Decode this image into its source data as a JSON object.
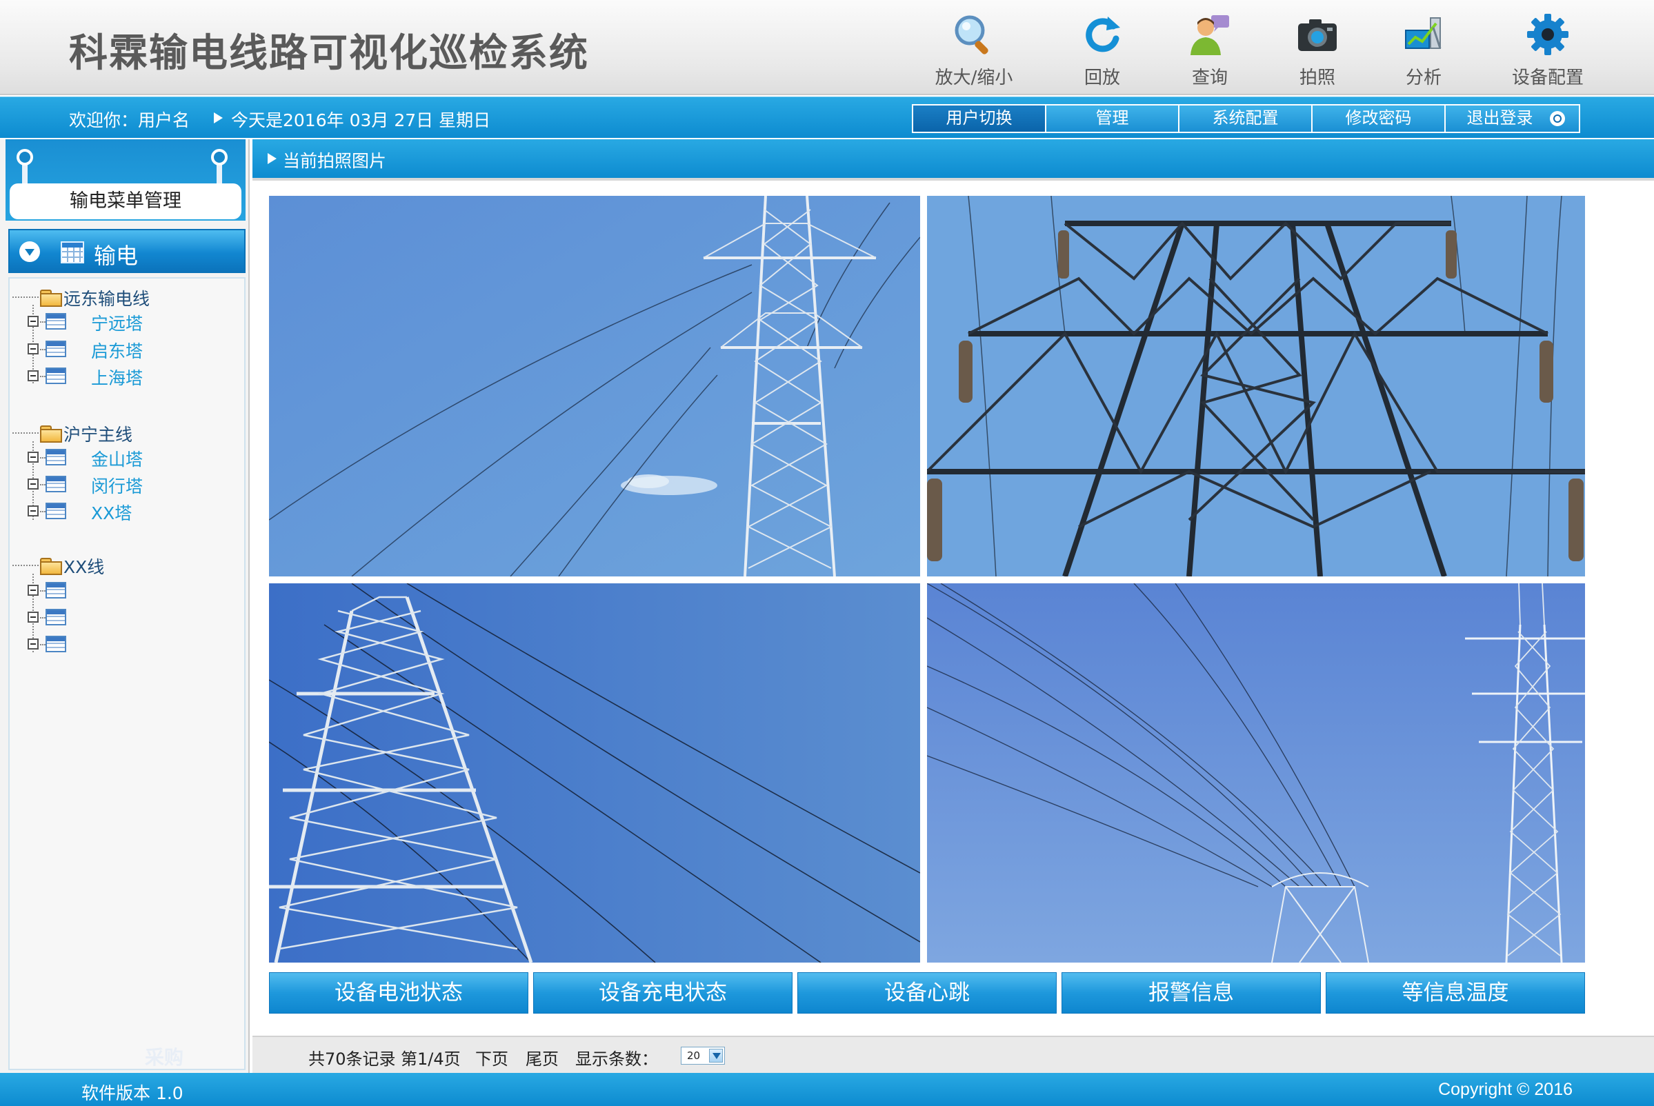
{
  "app": {
    "title": "科霖输电线路可视化巡检系统"
  },
  "toolbar": {
    "items": [
      {
        "label": "放大/缩小",
        "icon": "magnifier-icon"
      },
      {
        "label": "回放",
        "icon": "replay-icon"
      },
      {
        "label": "查询",
        "icon": "user-query-icon"
      },
      {
        "label": "拍照",
        "icon": "camera-icon"
      },
      {
        "label": "分析",
        "icon": "analysis-icon"
      },
      {
        "label": "设备配置",
        "icon": "gear-icon"
      }
    ]
  },
  "infobar": {
    "welcome": "欢迎你：用户名",
    "date": "今天是2016年 03月 27日 星期日",
    "nav": [
      {
        "label": "用户切换",
        "active": true
      },
      {
        "label": "管理",
        "active": false
      },
      {
        "label": "系统配置",
        "active": false
      },
      {
        "label": "修改密码",
        "active": false
      },
      {
        "label": "退出登录",
        "active": false,
        "icon": "power-icon"
      }
    ]
  },
  "sidebar": {
    "menu_title": "输电菜单管理",
    "section": {
      "label": "输电",
      "icon": "grid-icon"
    },
    "groups": [
      {
        "label": "远东输电线",
        "items": [
          "宁远塔",
          "启东塔",
          "上海塔"
        ]
      },
      {
        "label": "沪宁主线",
        "items": [
          "金山塔",
          "闵行塔",
          "XX塔"
        ]
      },
      {
        "label": "XX线",
        "items": [
          "",
          "",
          ""
        ]
      }
    ],
    "watermark": "采购"
  },
  "main": {
    "section_title": "当前拍照图片",
    "photos": [
      {
        "name": "photo-1",
        "subject": "transmission tower under blue sky"
      },
      {
        "name": "photo-2",
        "subject": "tower crossarms and insulators"
      },
      {
        "name": "photo-3",
        "subject": "tower viewed from below"
      },
      {
        "name": "photo-4",
        "subject": "power lines with distant towers"
      }
    ],
    "status_buttons": [
      "设备电池状态",
      "设备充电状态",
      "设备心跳",
      "报警信息",
      "等信息温度"
    ]
  },
  "pager": {
    "total": "共70条记录",
    "page": "第1/4页",
    "next": "下页",
    "last": "尾页",
    "size_label": "显示条数：",
    "size_value": "20"
  },
  "footer": {
    "version": "软件版本  1.0",
    "copyright": "Copyright © 2016"
  },
  "colors": {
    "accent": "#1a94d8",
    "header_bg": "#ececec",
    "tree_link": "#1a9ad6",
    "sky_top": "#6a9bd8",
    "sky_bottom": "#4a7fc9"
  }
}
